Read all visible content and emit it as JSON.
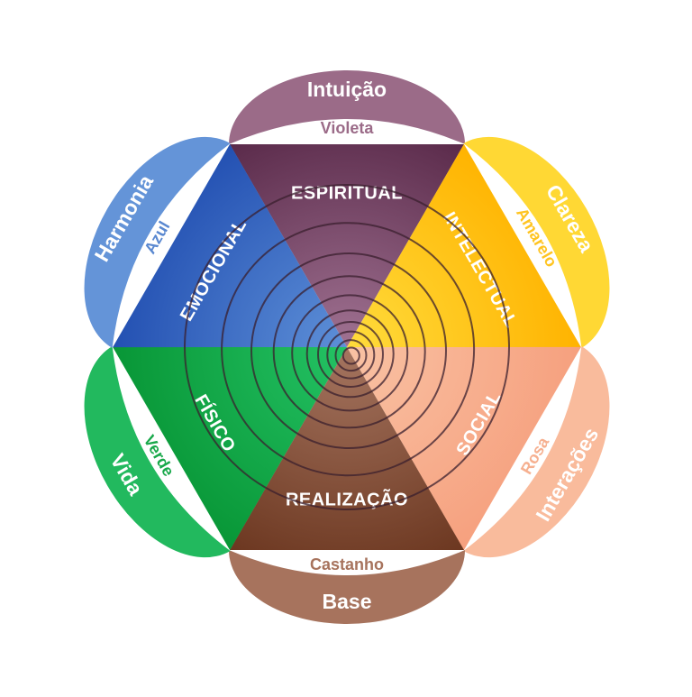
{
  "segments": [
    {
      "outer_label": "Intuição",
      "color_name": "Violeta",
      "triangle_label": "ESPIRITUAL",
      "petal_color": "#9b6b88",
      "tri_dark": "#5a2a4a",
      "tri_light": "#a07292",
      "name_color": "#9b6b88"
    },
    {
      "outer_label": "Clareza",
      "color_name": "Amarelo",
      "triangle_label": "INTELECTUAL",
      "petal_color": "#ffd834",
      "tri_dark": "#ffb300",
      "tri_light": "#ffdc3c",
      "name_color": "#ffc420"
    },
    {
      "outer_label": "Interações",
      "color_name": "Rosa",
      "triangle_label": "SOCIAL",
      "petal_color": "#f9bb9c",
      "tri_dark": "#f6a07e",
      "tri_light": "#f9c2a4",
      "name_color": "#f6b090"
    },
    {
      "outer_label": "Base",
      "color_name": "Castanho",
      "triangle_label": "REALIZAÇÃO",
      "petal_color": "#a7735d",
      "tri_dark": "#6c3720",
      "tri_light": "#a57560",
      "name_color": "#a7735d"
    },
    {
      "outer_label": "Vida",
      "color_name": "Verde",
      "triangle_label": "FÍSICO",
      "petal_color": "#22b95e",
      "tri_dark": "#089636",
      "tri_light": "#24c264",
      "name_color": "#18a84a"
    },
    {
      "outer_label": "Harmonia",
      "color_name": "Azul",
      "triangle_label": "EMOCIONAL",
      "petal_color": "#6494d8",
      "tri_dark": "#2350b2",
      "tri_light": "#5e90d8",
      "name_color": "#5a88d0"
    }
  ],
  "spiral_color": "#3a1f2e"
}
